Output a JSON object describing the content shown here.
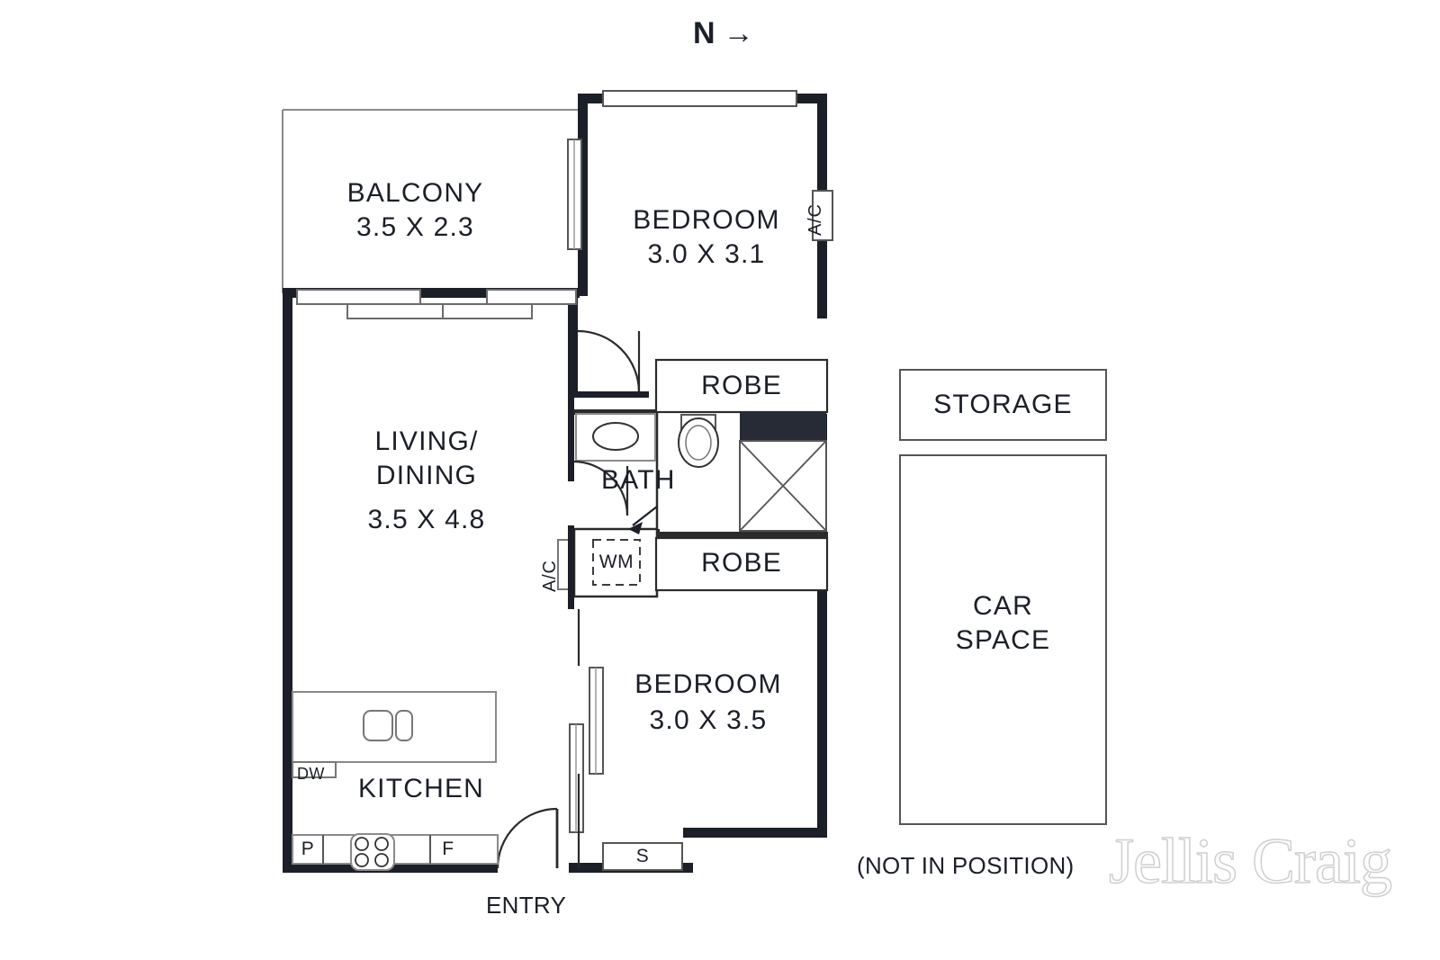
{
  "orientation": {
    "label": "N",
    "arrow": "→",
    "direction": "east"
  },
  "rooms": [
    {
      "key": "balcony",
      "name": "BALCONY",
      "dimensions": "3.5 X 2.3"
    },
    {
      "key": "bedroom1",
      "name": "BEDROOM",
      "dimensions": "3.0 X 3.1"
    },
    {
      "key": "living",
      "name": "LIVING/",
      "name2": "DINING",
      "dimensions": "3.5 X 4.8"
    },
    {
      "key": "bath",
      "name": "BATH",
      "dimensions": ""
    },
    {
      "key": "bedroom2",
      "name": "BEDROOM",
      "dimensions": "3.0 X 3.5"
    },
    {
      "key": "kitchen",
      "name": "KITCHEN",
      "dimensions": ""
    },
    {
      "key": "storage",
      "name": "STORAGE",
      "dimensions": ""
    },
    {
      "key": "carspace",
      "name": "CAR",
      "name2": "SPACE",
      "dimensions": ""
    }
  ],
  "annotations": {
    "robe_top": "ROBE",
    "robe_bottom": "ROBE",
    "ac_bedroom1": "A/C",
    "ac_laundry": "A/C",
    "washing_machine": "WM",
    "dishwasher": "DW",
    "pantry": "P",
    "fridge": "F",
    "store_cupboard": "S",
    "entry": "ENTRY",
    "not_in_position": "(NOT IN POSITION)"
  },
  "branding": {
    "watermark": "Jellis Craig"
  },
  "colors": {
    "wall": "#1b1f27",
    "thin_line": "#4a4a4a",
    "fixture_line": "#777777",
    "text": "#1b1f27",
    "watermark": "#cfcfcf",
    "background": "#ffffff"
  }
}
